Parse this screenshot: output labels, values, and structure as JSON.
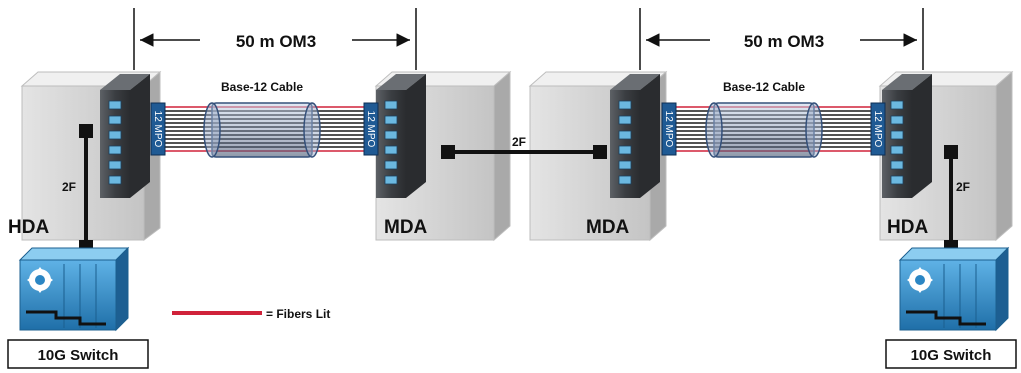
{
  "distance_label_left": "50 m OM3",
  "distance_label_right": "50 m OM3",
  "cable_label_left": "Base-12 Cable",
  "cable_label_right": "Base-12 Cable",
  "mpo_label": "12 MPO",
  "connection_label": "2F",
  "hda_label": "HDA",
  "mda_label": "MDA",
  "switch_label": "10G Switch",
  "legend_label": "= Fibers Lit",
  "colors": {
    "lit_fiber": "#d0223a",
    "dark_fiber": "#1a1a1a",
    "port": "#6bb8e0",
    "mpo_adapter": "#1f5a94",
    "switch_blue": "#2b86c4",
    "cabinet_grey": "#c8c8c8"
  }
}
